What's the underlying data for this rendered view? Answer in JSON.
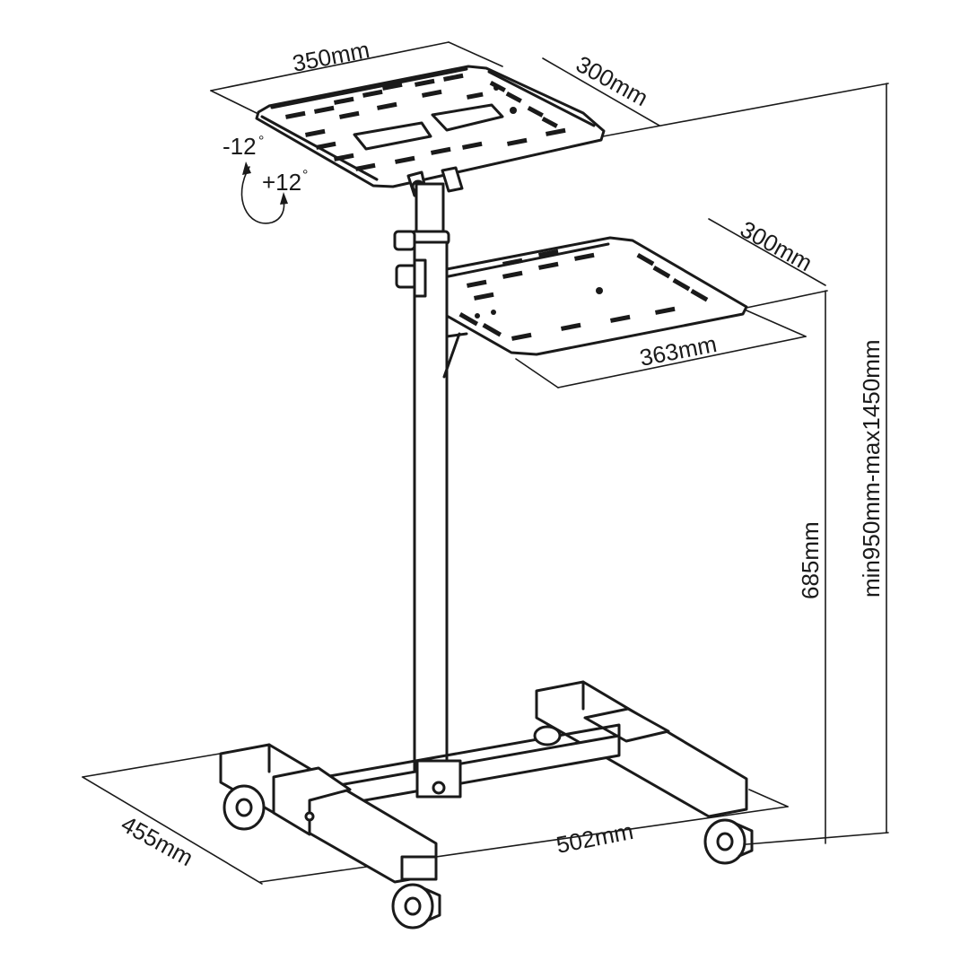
{
  "dimensions": {
    "top_tray_width": "350mm",
    "top_tray_depth": "300mm",
    "lower_tray_depth": "300mm",
    "lower_tray_width": "363mm",
    "lower_tray_height": "685mm",
    "total_height_range": "min950mm-max1450mm",
    "base_depth": "455mm",
    "base_width": "502mm"
  },
  "tilt": {
    "minus": "-12",
    "plus": "+12",
    "degree_symbol": "°"
  },
  "colors": {
    "line": "#1a1a1a",
    "background": "#ffffff"
  }
}
